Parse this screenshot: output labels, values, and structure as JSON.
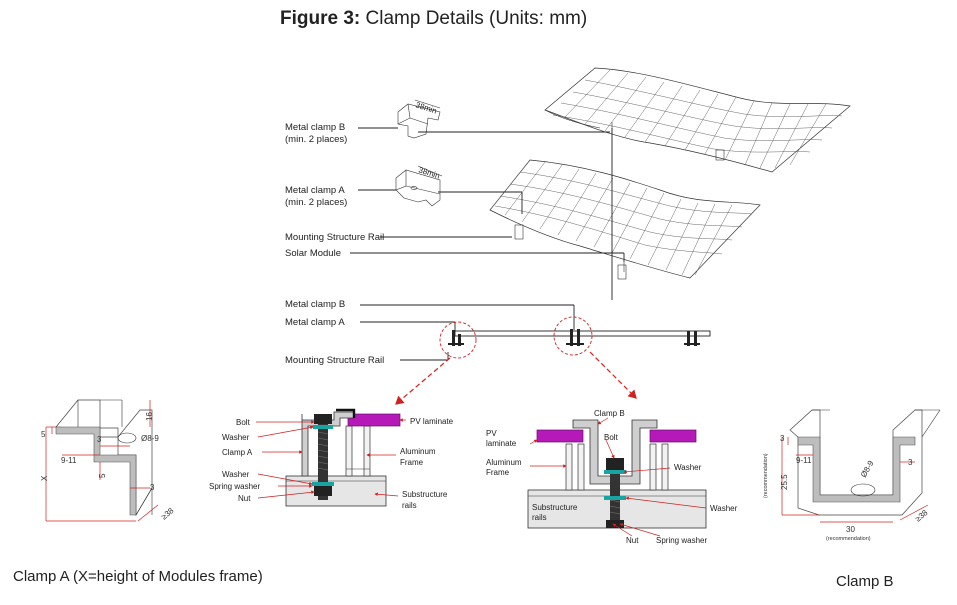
{
  "title": {
    "figure": "Figure 3:",
    "text": "Clamp Details (Units: mm)"
  },
  "overview": {
    "clamp_b_label": "Metal clamp B",
    "clamp_b_note": "(min. 2 places)",
    "clamp_a_label": "Metal clamp A",
    "clamp_a_note": "(min. 2 places)",
    "rail_label": "Mounting Structure Rail",
    "module_label": "Solar Module",
    "clamp_b_dim": "38min",
    "clamp_a_dim": "38min"
  },
  "section": {
    "clamp_b_label": "Metal clamp B",
    "clamp_a_label": "Metal clamp A",
    "rail_label": "Mounting Structure Rail"
  },
  "detail_a": {
    "bolt": "Bolt",
    "washer": "Washer",
    "clamp": "Clamp A",
    "washer2": "Washer",
    "spring_washer": "Spring washer",
    "nut": "Nut",
    "pv": "PV laminate",
    "frame_1": "Aluminum",
    "frame_2": "Frame",
    "rails_1": "Substructure",
    "rails_2": "rails"
  },
  "detail_b": {
    "clamp": "Clamp B",
    "pv_1": "PV",
    "pv_2": "laminate",
    "bolt": "Bolt",
    "frame_1": "Aluminum",
    "frame_2": "Frame",
    "washer": "Washer",
    "rails_1": "Substructure",
    "rails_2": "rails",
    "washer2": "Washer",
    "nut": "Nut",
    "spring_washer": "Spring washer"
  },
  "clamp_a_dims": {
    "d5": "5",
    "d16": "16",
    "d3a": "3",
    "hole": "Ø8-9",
    "d911": "9-11",
    "d5b": "5",
    "x": "X",
    "d3b": "3",
    "d38": "≥38"
  },
  "clamp_b_dims": {
    "d3a": "3",
    "d911": "9-11",
    "d255": "25.5",
    "rec_v": "(recommendation)",
    "hole": "Ø8-9",
    "d3b": "3",
    "d30": "30",
    "rec_h": "(recommendation)",
    "d38": "≥38"
  },
  "captions": {
    "clamp_a": "Clamp A  (X=height of Modules frame)",
    "clamp_b": "Clamp B"
  },
  "colors": {
    "pv_laminate": "#b51ab8",
    "washer": "#1aa3a3",
    "clamp_fill": "#cfcfcf",
    "rail_fill": "#e8e8e8",
    "arrow": "#d02020"
  }
}
